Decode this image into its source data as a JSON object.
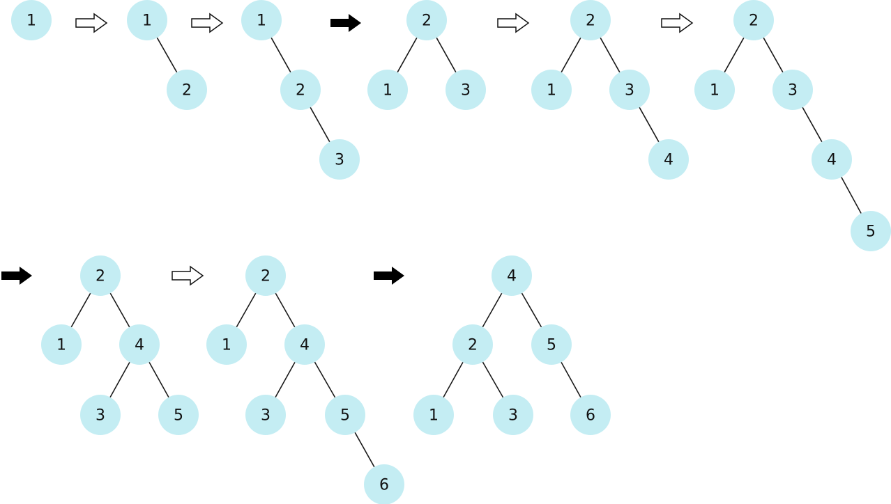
{
  "colors": {
    "node_fill": "#c4edf3",
    "edge": "#1a1a1a",
    "arrow": "#000000"
  },
  "steps": [
    {
      "kind": "tree",
      "nodes": [
        "1"
      ],
      "edges": []
    },
    {
      "kind": "arrow",
      "style": "hollow"
    },
    {
      "kind": "tree",
      "nodes": [
        "1",
        "2"
      ],
      "edges": [
        [
          "1",
          "2"
        ]
      ]
    },
    {
      "kind": "arrow",
      "style": "hollow"
    },
    {
      "kind": "tree",
      "nodes": [
        "1",
        "2",
        "3"
      ],
      "edges": [
        [
          "1",
          "2"
        ],
        [
          "2",
          "3"
        ]
      ]
    },
    {
      "kind": "arrow",
      "style": "solid"
    },
    {
      "kind": "tree",
      "nodes": [
        "2",
        "1",
        "3"
      ],
      "edges": [
        [
          "2",
          "1"
        ],
        [
          "2",
          "3"
        ]
      ]
    },
    {
      "kind": "arrow",
      "style": "hollow"
    },
    {
      "kind": "tree",
      "nodes": [
        "2",
        "1",
        "3",
        "4"
      ],
      "edges": [
        [
          "2",
          "1"
        ],
        [
          "2",
          "3"
        ],
        [
          "3",
          "4"
        ]
      ]
    },
    {
      "kind": "arrow",
      "style": "hollow"
    },
    {
      "kind": "tree",
      "nodes": [
        "2",
        "1",
        "3",
        "4",
        "5"
      ],
      "edges": [
        [
          "2",
          "1"
        ],
        [
          "2",
          "3"
        ],
        [
          "3",
          "4"
        ],
        [
          "4",
          "5"
        ]
      ]
    },
    {
      "kind": "arrow",
      "style": "solid"
    },
    {
      "kind": "tree",
      "nodes": [
        "2",
        "1",
        "4",
        "3",
        "5"
      ],
      "edges": [
        [
          "2",
          "1"
        ],
        [
          "2",
          "4"
        ],
        [
          "4",
          "3"
        ],
        [
          "4",
          "5"
        ]
      ]
    },
    {
      "kind": "arrow",
      "style": "hollow"
    },
    {
      "kind": "tree",
      "nodes": [
        "2",
        "1",
        "4",
        "3",
        "5",
        "6"
      ],
      "edges": [
        [
          "2",
          "1"
        ],
        [
          "2",
          "4"
        ],
        [
          "4",
          "3"
        ],
        [
          "4",
          "5"
        ],
        [
          "5",
          "6"
        ]
      ]
    },
    {
      "kind": "arrow",
      "style": "solid"
    },
    {
      "kind": "tree",
      "nodes": [
        "4",
        "2",
        "5",
        "1",
        "3",
        "6"
      ],
      "edges": [
        [
          "4",
          "2"
        ],
        [
          "4",
          "5"
        ],
        [
          "2",
          "1"
        ],
        [
          "2",
          "3"
        ],
        [
          "5",
          "6"
        ]
      ]
    }
  ]
}
